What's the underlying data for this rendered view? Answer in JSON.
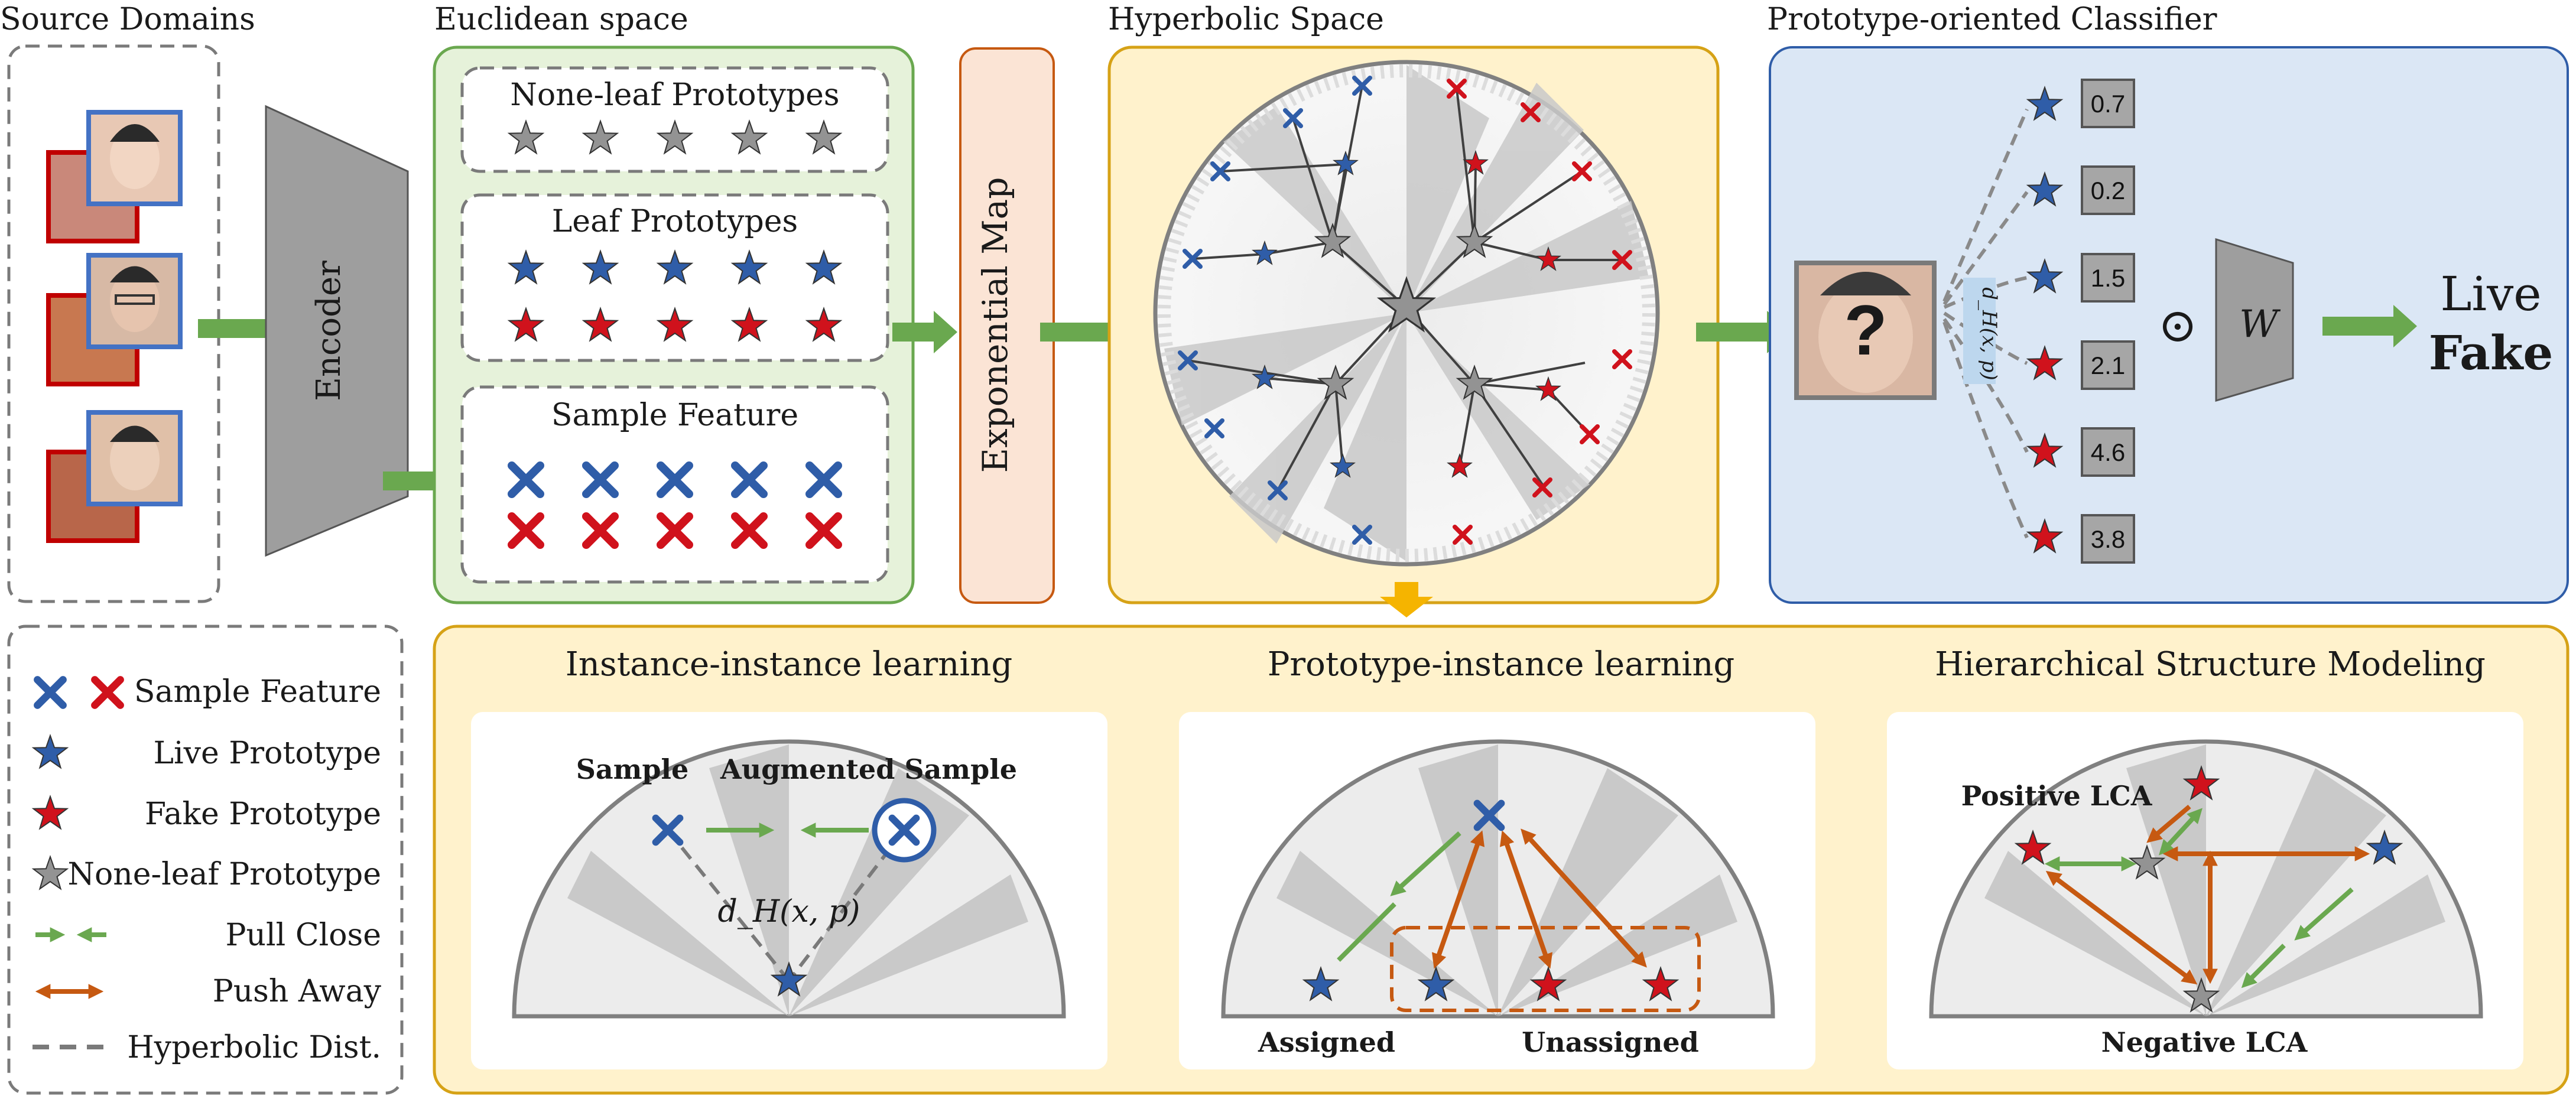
{
  "sections": {
    "source_domains": "Source Domains",
    "euclidean": "Euclidean space",
    "hyperbolic": "Hyperbolic Space",
    "classifier": "Prototype-oriented Classifier"
  },
  "encoder": "Encoder",
  "exp_map": "Exponential Map",
  "euclid_boxes": {
    "nonleaf": "None-leaf Prototypes",
    "leaf": "Leaf Prototypes",
    "sample": "Sample Feature"
  },
  "classifier": {
    "scores": [
      "0.7",
      "0.2",
      "1.5",
      "2.1",
      "4.6",
      "3.8"
    ],
    "question": "?",
    "distance": "d_H(x, p)",
    "odot": "⊙",
    "weight": "W",
    "live": "Live",
    "fake": "Fake"
  },
  "legend": {
    "sample_feature": "Sample Feature",
    "live_prototype": "Live Prototype",
    "fake_prototype": "Fake Prototype",
    "nonleaf_prototype": "None-leaf Prototype",
    "pull_close": "Pull Close",
    "push_away": "Push Away",
    "hyperbolic_dist": "Hyperbolic Dist."
  },
  "learning": {
    "instance": {
      "title": "Instance-instance learning",
      "sample": "Sample",
      "augmented": "Augmented Sample",
      "distance": "d_H(x, p)"
    },
    "prototype": {
      "title": "Prototype-instance learning",
      "assigned": "Assigned",
      "unassigned": "Unassigned"
    },
    "hierarchical": {
      "title": "Hierarchical Structure Modeling",
      "positive_lca": "Positive LCA",
      "negative_lca": "Negative LCA"
    }
  },
  "colors": {
    "blue": "#2f5da8",
    "red": "#d0121c",
    "gray": "#909090",
    "green": "#6aa84f",
    "orange": "#c65911",
    "euclid_bg": "#e6f2da",
    "exp_bg": "#fbe4d5",
    "hyper_bg": "#fff2cc",
    "class_bg": "#dbe7f5"
  }
}
